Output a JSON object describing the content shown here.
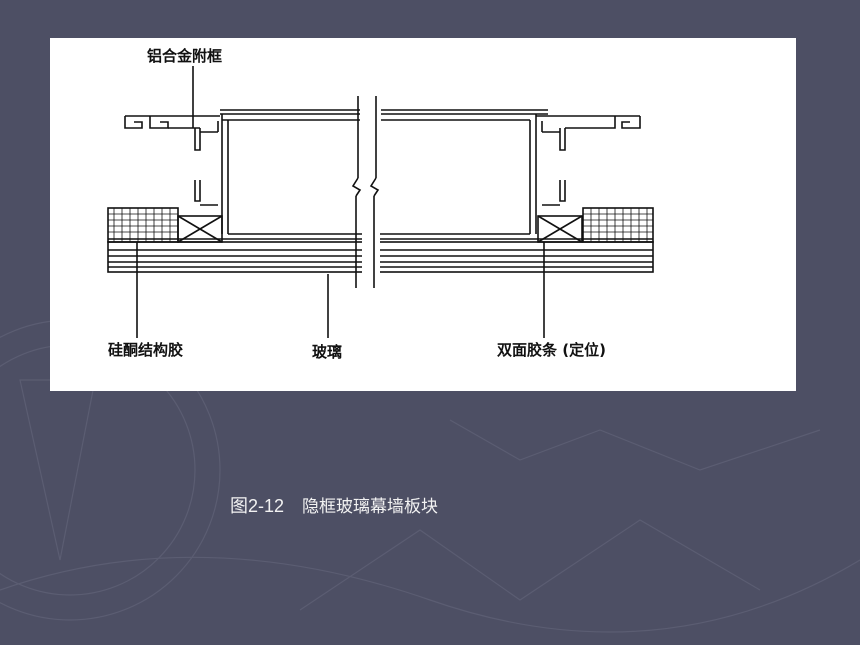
{
  "labels": {
    "frame": "铝合金附框",
    "silicone": "硅酮结构胶",
    "glass": "玻璃",
    "tape": "双面胶条 (定位)"
  },
  "caption": {
    "fig": "图2-12",
    "title": "隐框玻璃幕墙板块"
  },
  "colors": {
    "background": "#4d4f64",
    "panel": "#ffffff",
    "ink": "#111111",
    "caption_text": "#f2f2f2"
  }
}
